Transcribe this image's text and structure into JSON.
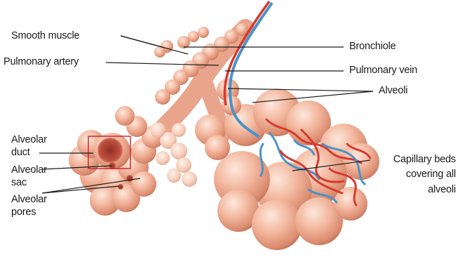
{
  "labels": {
    "smooth_muscle": "Smooth muscle",
    "pulmonary_artery": "Pulmonary artery",
    "bronchiole": "Bronchiole",
    "pulmonary_vein": "Pulmonary vein",
    "alveoli": "Alveoli",
    "alveolar_duct_line1": "Alveolar",
    "alveolar_duct_line2": "duct",
    "alveolar_sac_line1": "Alveolar",
    "alveolar_sac_line2": "sac",
    "alveolar_pores_line1": "Alveolar",
    "alveolar_pores_line2": "pores",
    "capillary_line1": "Capillary beds",
    "capillary_line2": "covering all",
    "capillary_line3": "alveoli"
  },
  "colors": {
    "alveolus_fill": "#f2b49a",
    "alveolus_highlight": "#fbe0d2",
    "alveolus_shadow": "#c9735a",
    "artery_blue": "#3f8fc7",
    "vein_red": "#d63a2f",
    "highlight_box": "#c8202a",
    "leader_line": "#1a1a1a"
  }
}
